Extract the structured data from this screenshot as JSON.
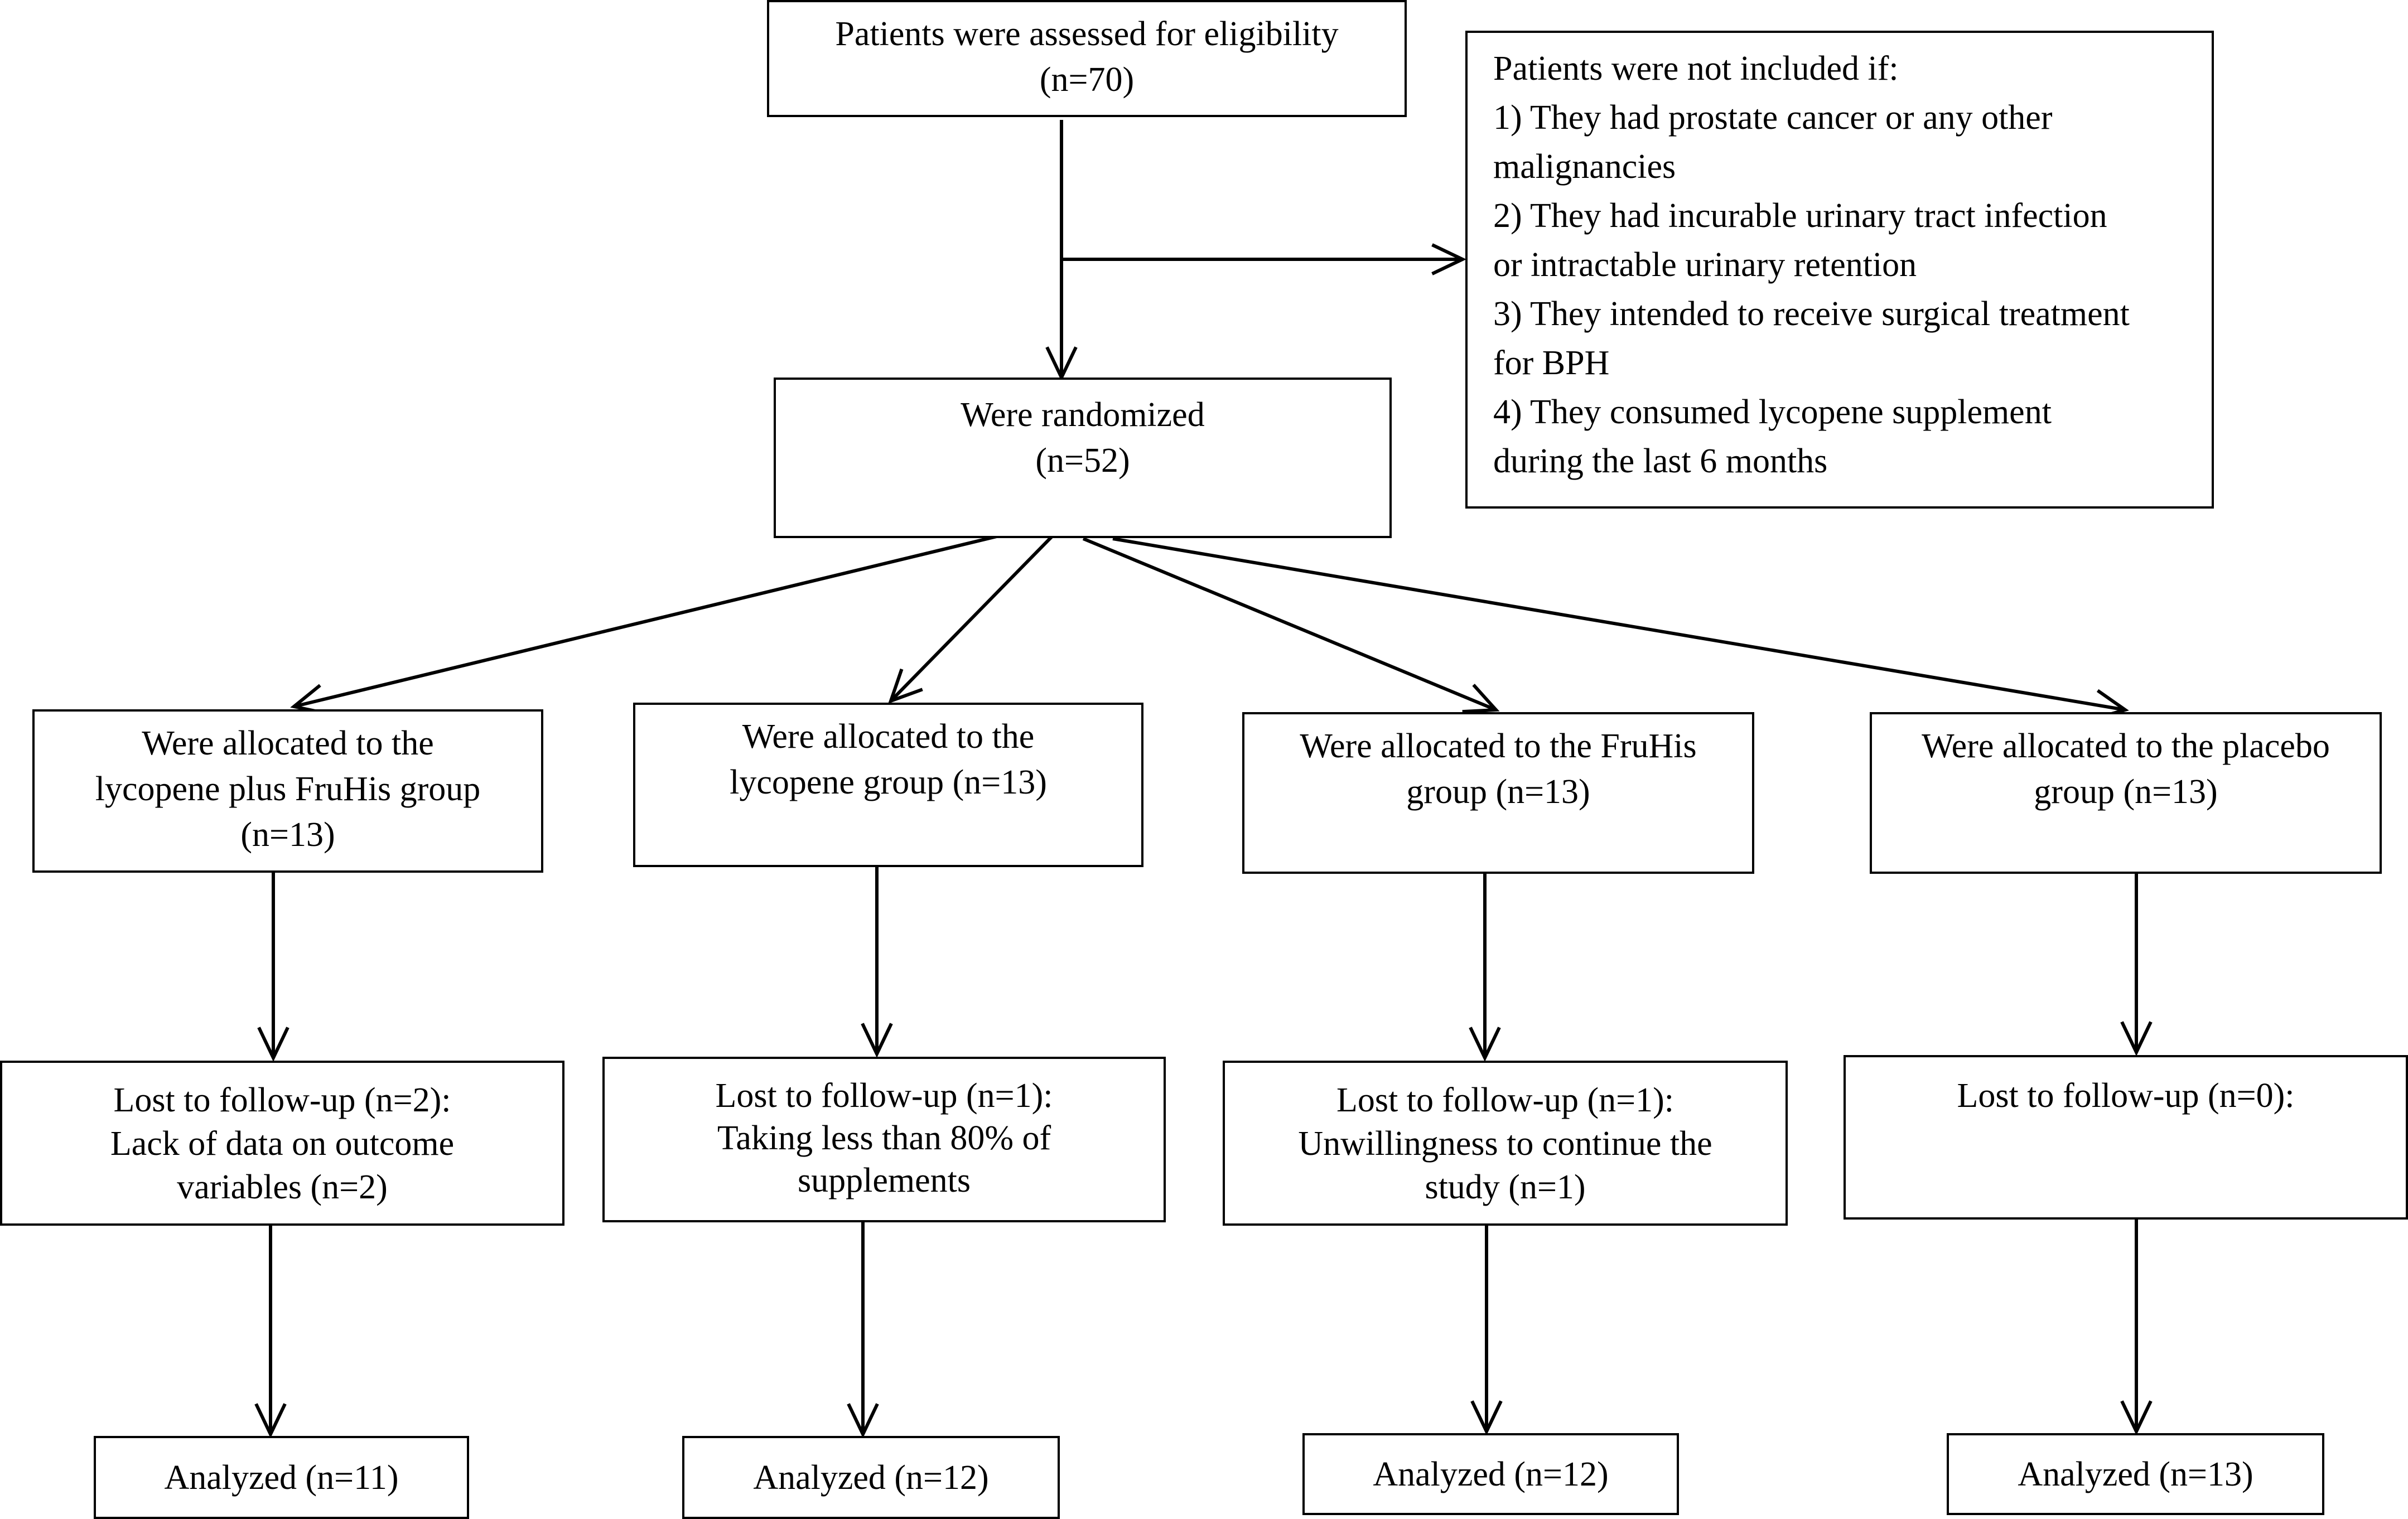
{
  "flow": {
    "assessed": {
      "lines": [
        "Patients were assessed for eligibility",
        "(n=70)"
      ]
    },
    "exclusion": {
      "lines": [
        "Patients were not included if:",
        "1) They had prostate cancer or any other",
        "malignancies",
        "2) They had incurable urinary tract infection",
        "or intractable urinary retention",
        "3) They intended to receive surgical treatment",
        "for BPH",
        "4) They consumed lycopene supplement",
        "during the last 6 months"
      ]
    },
    "randomized": {
      "lines": [
        "Were randomized",
        "(n=52)"
      ]
    },
    "groups": [
      {
        "allocated": [
          "Were allocated to the",
          "lycopene plus FruHis group",
          "(n=13)"
        ],
        "lost": [
          "Lost to follow-up (n=2):",
          "Lack of data on outcome",
          "variables (n=2)"
        ],
        "analyzed": [
          "Analyzed (n=11)"
        ]
      },
      {
        "allocated": [
          "Were allocated to the",
          "lycopene group (n=13)"
        ],
        "lost": [
          "Lost to follow-up (n=1):",
          "Taking less than 80% of",
          "supplements"
        ],
        "analyzed": [
          "Analyzed (n=12)"
        ]
      },
      {
        "allocated": [
          "Were allocated to the FruHis",
          "group (n=13)"
        ],
        "lost": [
          "Lost to follow-up (n=1):",
          "Unwillingness to continue the",
          "study (n=1)"
        ],
        "analyzed": [
          "Analyzed (n=12)"
        ]
      },
      {
        "allocated": [
          "Were allocated to the placebo",
          "group (n=13)"
        ],
        "lost": [
          "Lost to follow-up (n=0):"
        ],
        "analyzed": [
          "Analyzed (n=13)"
        ]
      }
    ]
  }
}
